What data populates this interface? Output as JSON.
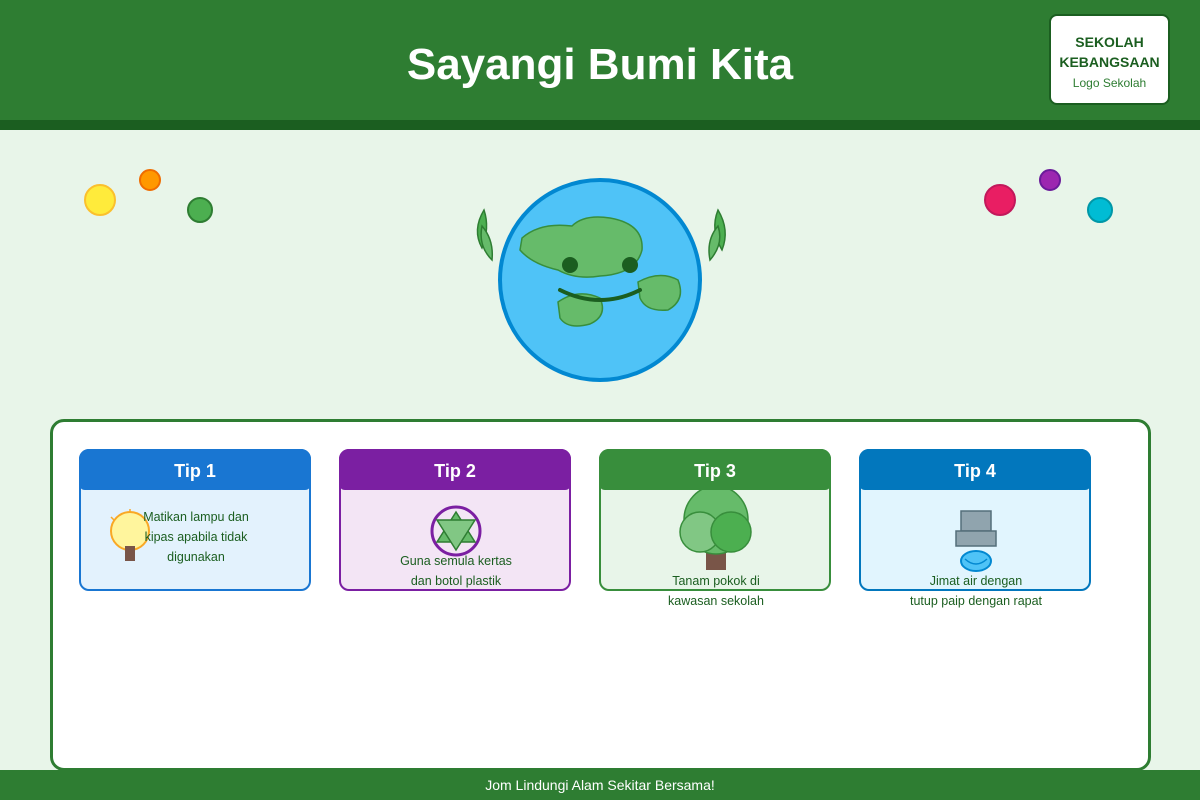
{
  "header": {
    "title": "Sayangi Bumi Kita",
    "logo": {
      "line1": "SEKOLAH",
      "line2": "KEBANGSAAN",
      "caption": "Logo Sekolah"
    }
  },
  "decoration": {
    "dot_colors": [
      "#ffeb3b",
      "#ff9800",
      "#4caf50",
      "#e91e63",
      "#9c27b0",
      "#00bcd4"
    ],
    "mascot": "smiling-earth-icon"
  },
  "tips": [
    {
      "heading": "Tip 1",
      "text_lines": [
        "Matikan lampu dan",
        "kipas apabila tidak",
        "digunakan"
      ],
      "icon": "light-bulb-icon",
      "color": "#1976d2"
    },
    {
      "heading": "Tip 2",
      "text_lines": [
        "Guna semula kertas",
        "dan botol plastik"
      ],
      "icon": "recycle-icon",
      "color": "#7b1fa2"
    },
    {
      "heading": "Tip 3",
      "text_lines": [
        "Tanam pokok di",
        "kawasan sekolah"
      ],
      "icon": "tree-icon",
      "color": "#388e3c"
    },
    {
      "heading": "Tip 4",
      "text_lines": [
        "Jimat air dengan",
        "tutup paip dengan rapat"
      ],
      "icon": "water-tap-icon",
      "color": "#0277bd"
    }
  ],
  "footer": {
    "text": "Jom Lindungi Alam Sekitar Bersama!"
  }
}
